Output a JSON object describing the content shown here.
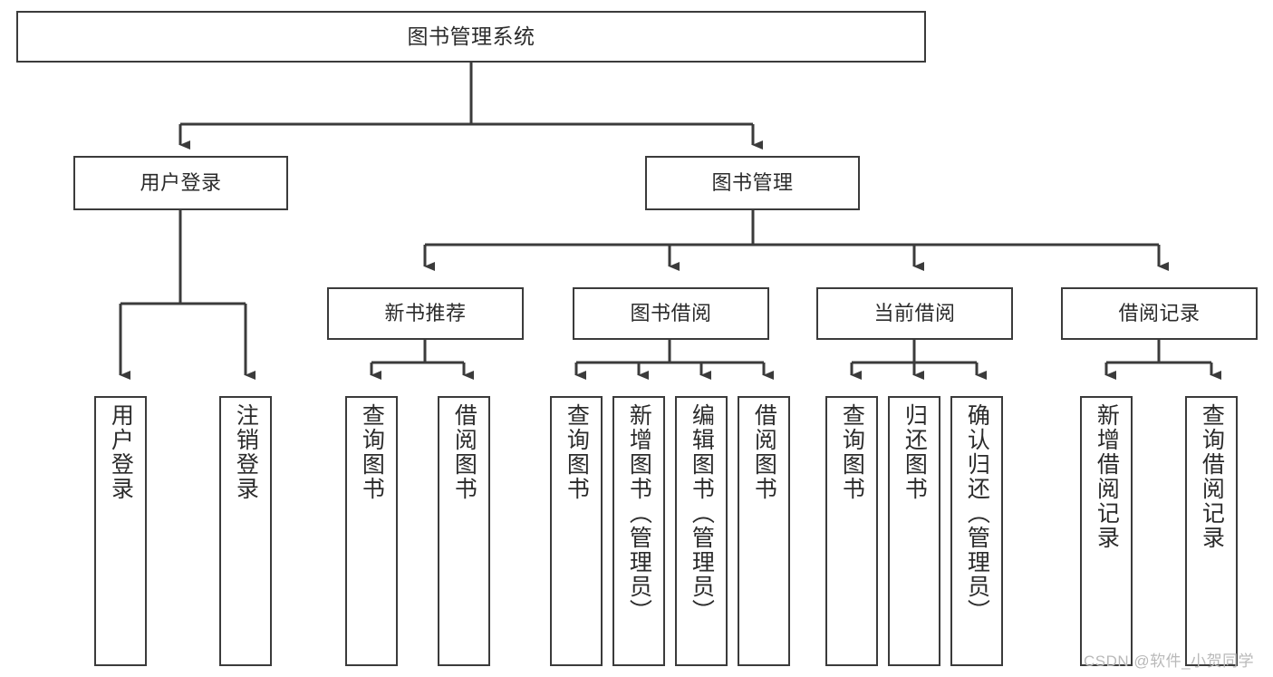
{
  "diagram": {
    "title": "图书管理系统",
    "type": "hierarchy-tree",
    "root": {
      "label": "图书管理系统"
    },
    "level2": [
      {
        "label": "用户登录"
      },
      {
        "label": "图书管理"
      }
    ],
    "level3": [
      {
        "label": "新书推荐"
      },
      {
        "label": "图书借阅"
      },
      {
        "label": "当前借阅"
      },
      {
        "label": "借阅记录"
      }
    ],
    "leaves": {
      "user_login": [
        {
          "label": "用户登录"
        },
        {
          "label": "注销登录"
        }
      ],
      "new_book_recommend": [
        {
          "label": "查询图书"
        },
        {
          "label": "借阅图书"
        }
      ],
      "book_borrow": [
        {
          "label": "查询图书"
        },
        {
          "label": "新增图书（管理员）"
        },
        {
          "label": "编辑图书（管理员）"
        },
        {
          "label": "借阅图书"
        }
      ],
      "current_borrow": [
        {
          "label": "查询图书"
        },
        {
          "label": "归还图书"
        },
        {
          "label": "确认归还（管理员）"
        }
      ],
      "borrow_record": [
        {
          "label": "新增借阅记录"
        },
        {
          "label": "查询借阅记录"
        }
      ]
    }
  },
  "watermark": {
    "text": "CSDN @软件_小贺同学"
  },
  "colors": {
    "border": "#3b3b3b",
    "background": "#ffffff",
    "text": "#2b2b2b",
    "watermark": "#b9b9b9"
  }
}
